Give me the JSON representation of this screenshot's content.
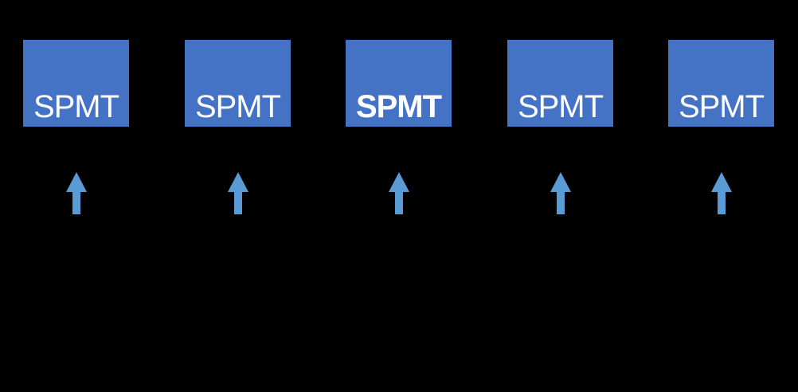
{
  "slide": {
    "background_color": "#000000",
    "units": [
      {
        "label": "SPMT",
        "emphasis": false
      },
      {
        "label": "SPMT",
        "emphasis": false
      },
      {
        "label": "SPMT",
        "emphasis": true
      },
      {
        "label": "SPMT",
        "emphasis": false
      },
      {
        "label": "SPMT",
        "emphasis": false
      }
    ],
    "colors": {
      "box_fill": "#4472C4",
      "box_text": "#FFFFFF",
      "arrow_fill": "#5B9BD5"
    },
    "icons": {
      "arrow_name": "up-arrow-icon",
      "arrow_count": 5
    }
  }
}
